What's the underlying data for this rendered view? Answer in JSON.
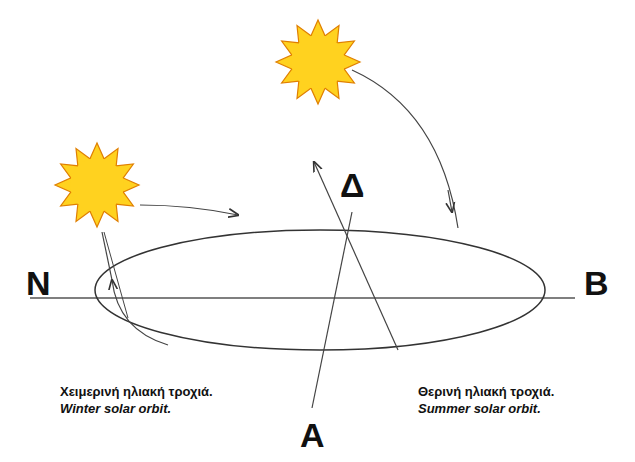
{
  "diagram": {
    "labels": [
      "Ν",
      "Β",
      "Δ",
      "Α",
      "Χειμερινή ηλιακή τροχιά.",
      "Winter solar orbit.",
      "Θερινή ηλιακή τροχιά.",
      "Summer solar orbit."
    ]
  }
}
